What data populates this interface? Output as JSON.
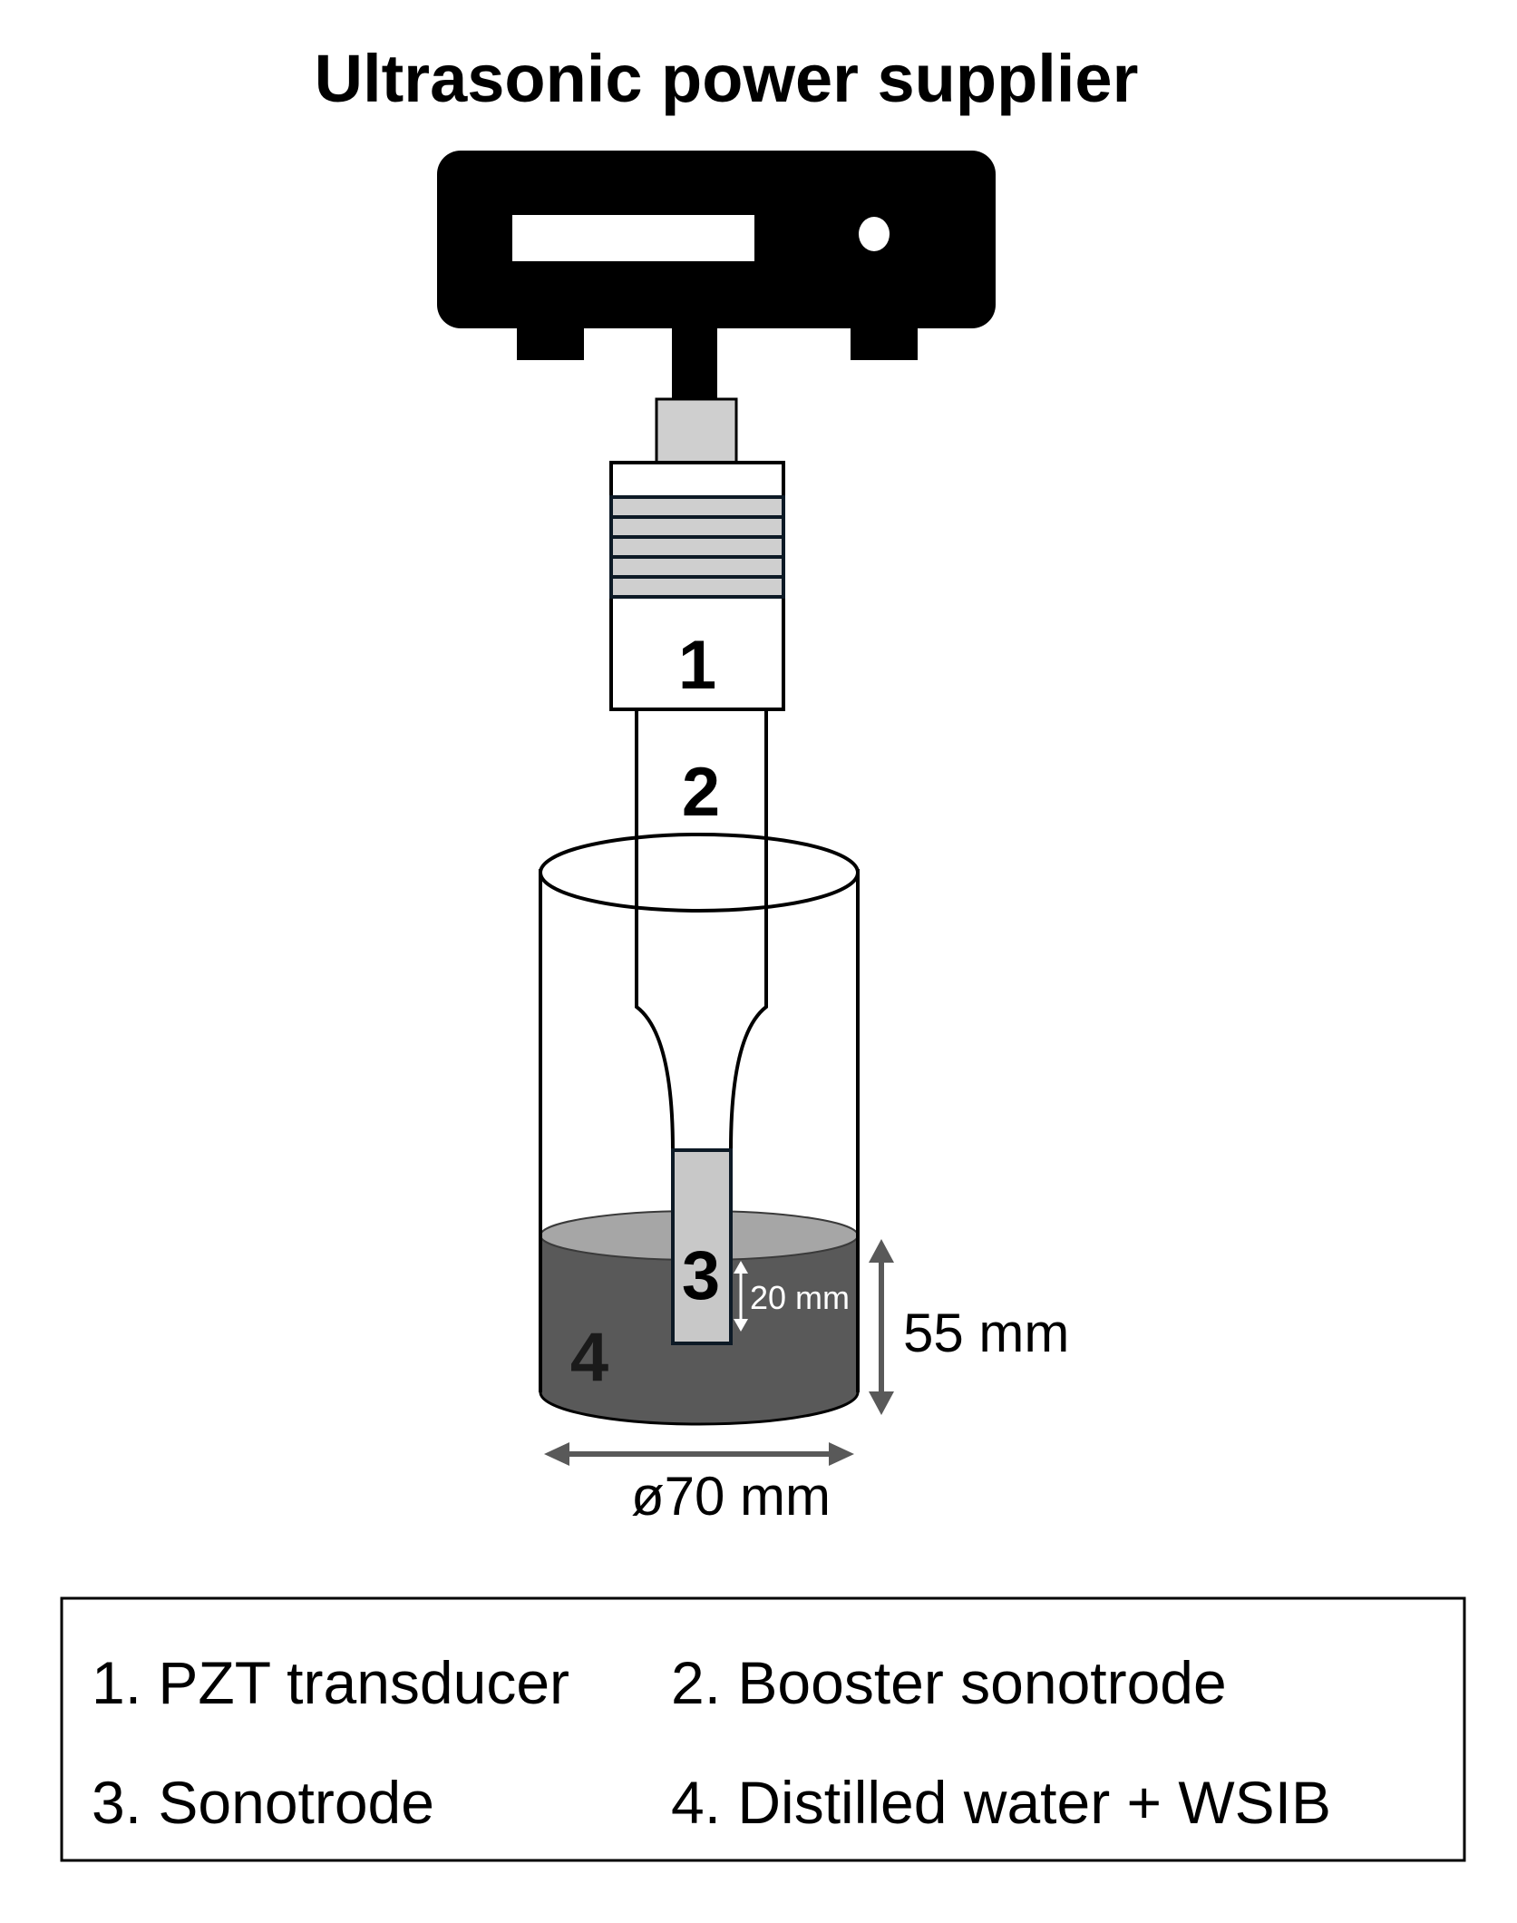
{
  "title": "Ultrasonic power supplier",
  "parts": {
    "p1": "1",
    "p2": "2",
    "p3": "3",
    "p4": "4"
  },
  "dimensions": {
    "immersion_depth": "20 mm",
    "liquid_height": "55 mm",
    "beaker_diameter": "ø70 mm"
  },
  "legend": {
    "item1": "1. PZT transducer",
    "item2": "2. Booster sonotrode",
    "item3": "3. Sonotrode",
    "item4": "4. Distilled water + WSIB"
  },
  "colors": {
    "device": "#000000",
    "connector": "#cfcfcf",
    "transducer_stripe": "#cfcfcf",
    "sonotrode_tip": "#c8c8c8",
    "liquid": "#595959",
    "liquid_surface": "#a6a6a6",
    "dimension_arrow": "#595959"
  }
}
